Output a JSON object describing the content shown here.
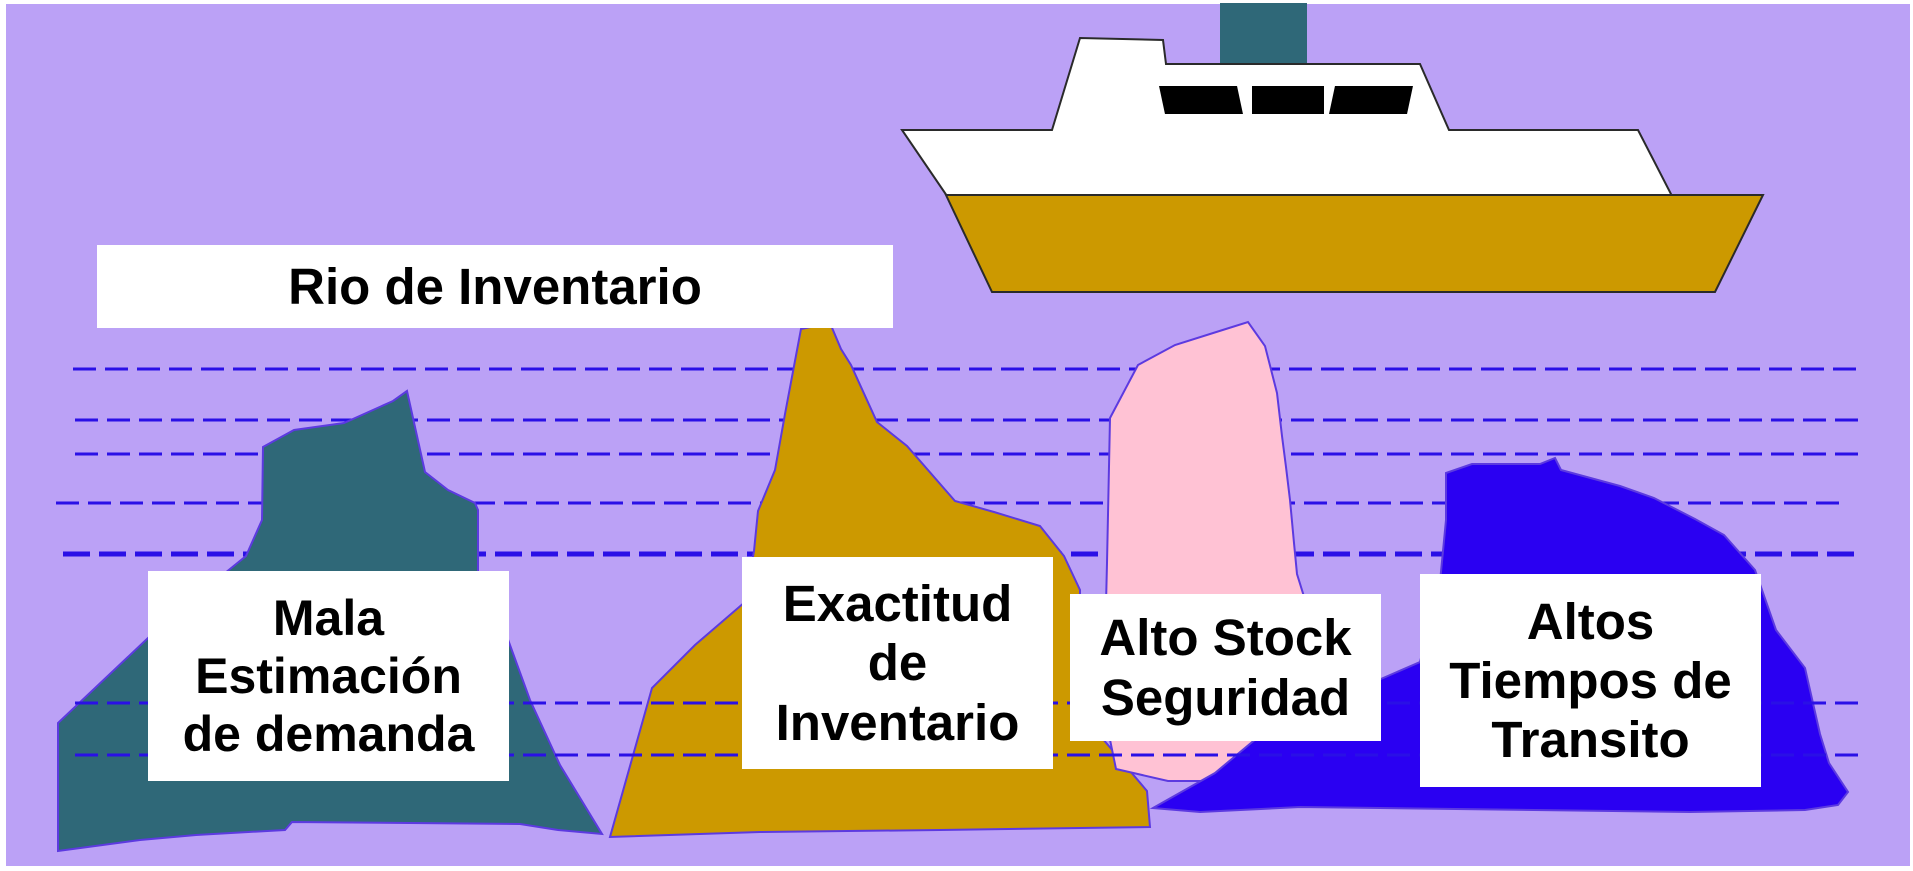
{
  "title": "Rio de Inventario",
  "colors": {
    "page_background": "#ffffff",
    "water": "#bba1f6",
    "waterline": "#2a10e6",
    "rock_demanda": "#2f6878",
    "rock_exactitud": "#cc9900",
    "rock_stock": "#ffc2d4",
    "rock_transito": "#2a00f2",
    "rock_outline": "#5c3ae0",
    "ship_hull": "#cc9900",
    "ship_cabin": "#ffffff",
    "ship_funnel": "#2f6878",
    "ship_windows": "#000000",
    "label_background": "#ffffff"
  },
  "rocks": [
    {
      "id": "demanda",
      "icon": "rock-icon",
      "lines": [
        "Mala",
        "Estimación",
        "de demanda"
      ]
    },
    {
      "id": "exactitud",
      "icon": "rock-icon",
      "lines": [
        "Exactitud",
        "de",
        "Inventario"
      ]
    },
    {
      "id": "stock",
      "icon": "rock-icon",
      "lines": [
        "Alto Stock",
        "Seguridad"
      ]
    },
    {
      "id": "transito",
      "icon": "rock-icon",
      "lines": [
        "Altos",
        "Tiempos de",
        "Transito"
      ]
    }
  ],
  "ship": {
    "icon": "ship-icon",
    "window_count": 3
  }
}
